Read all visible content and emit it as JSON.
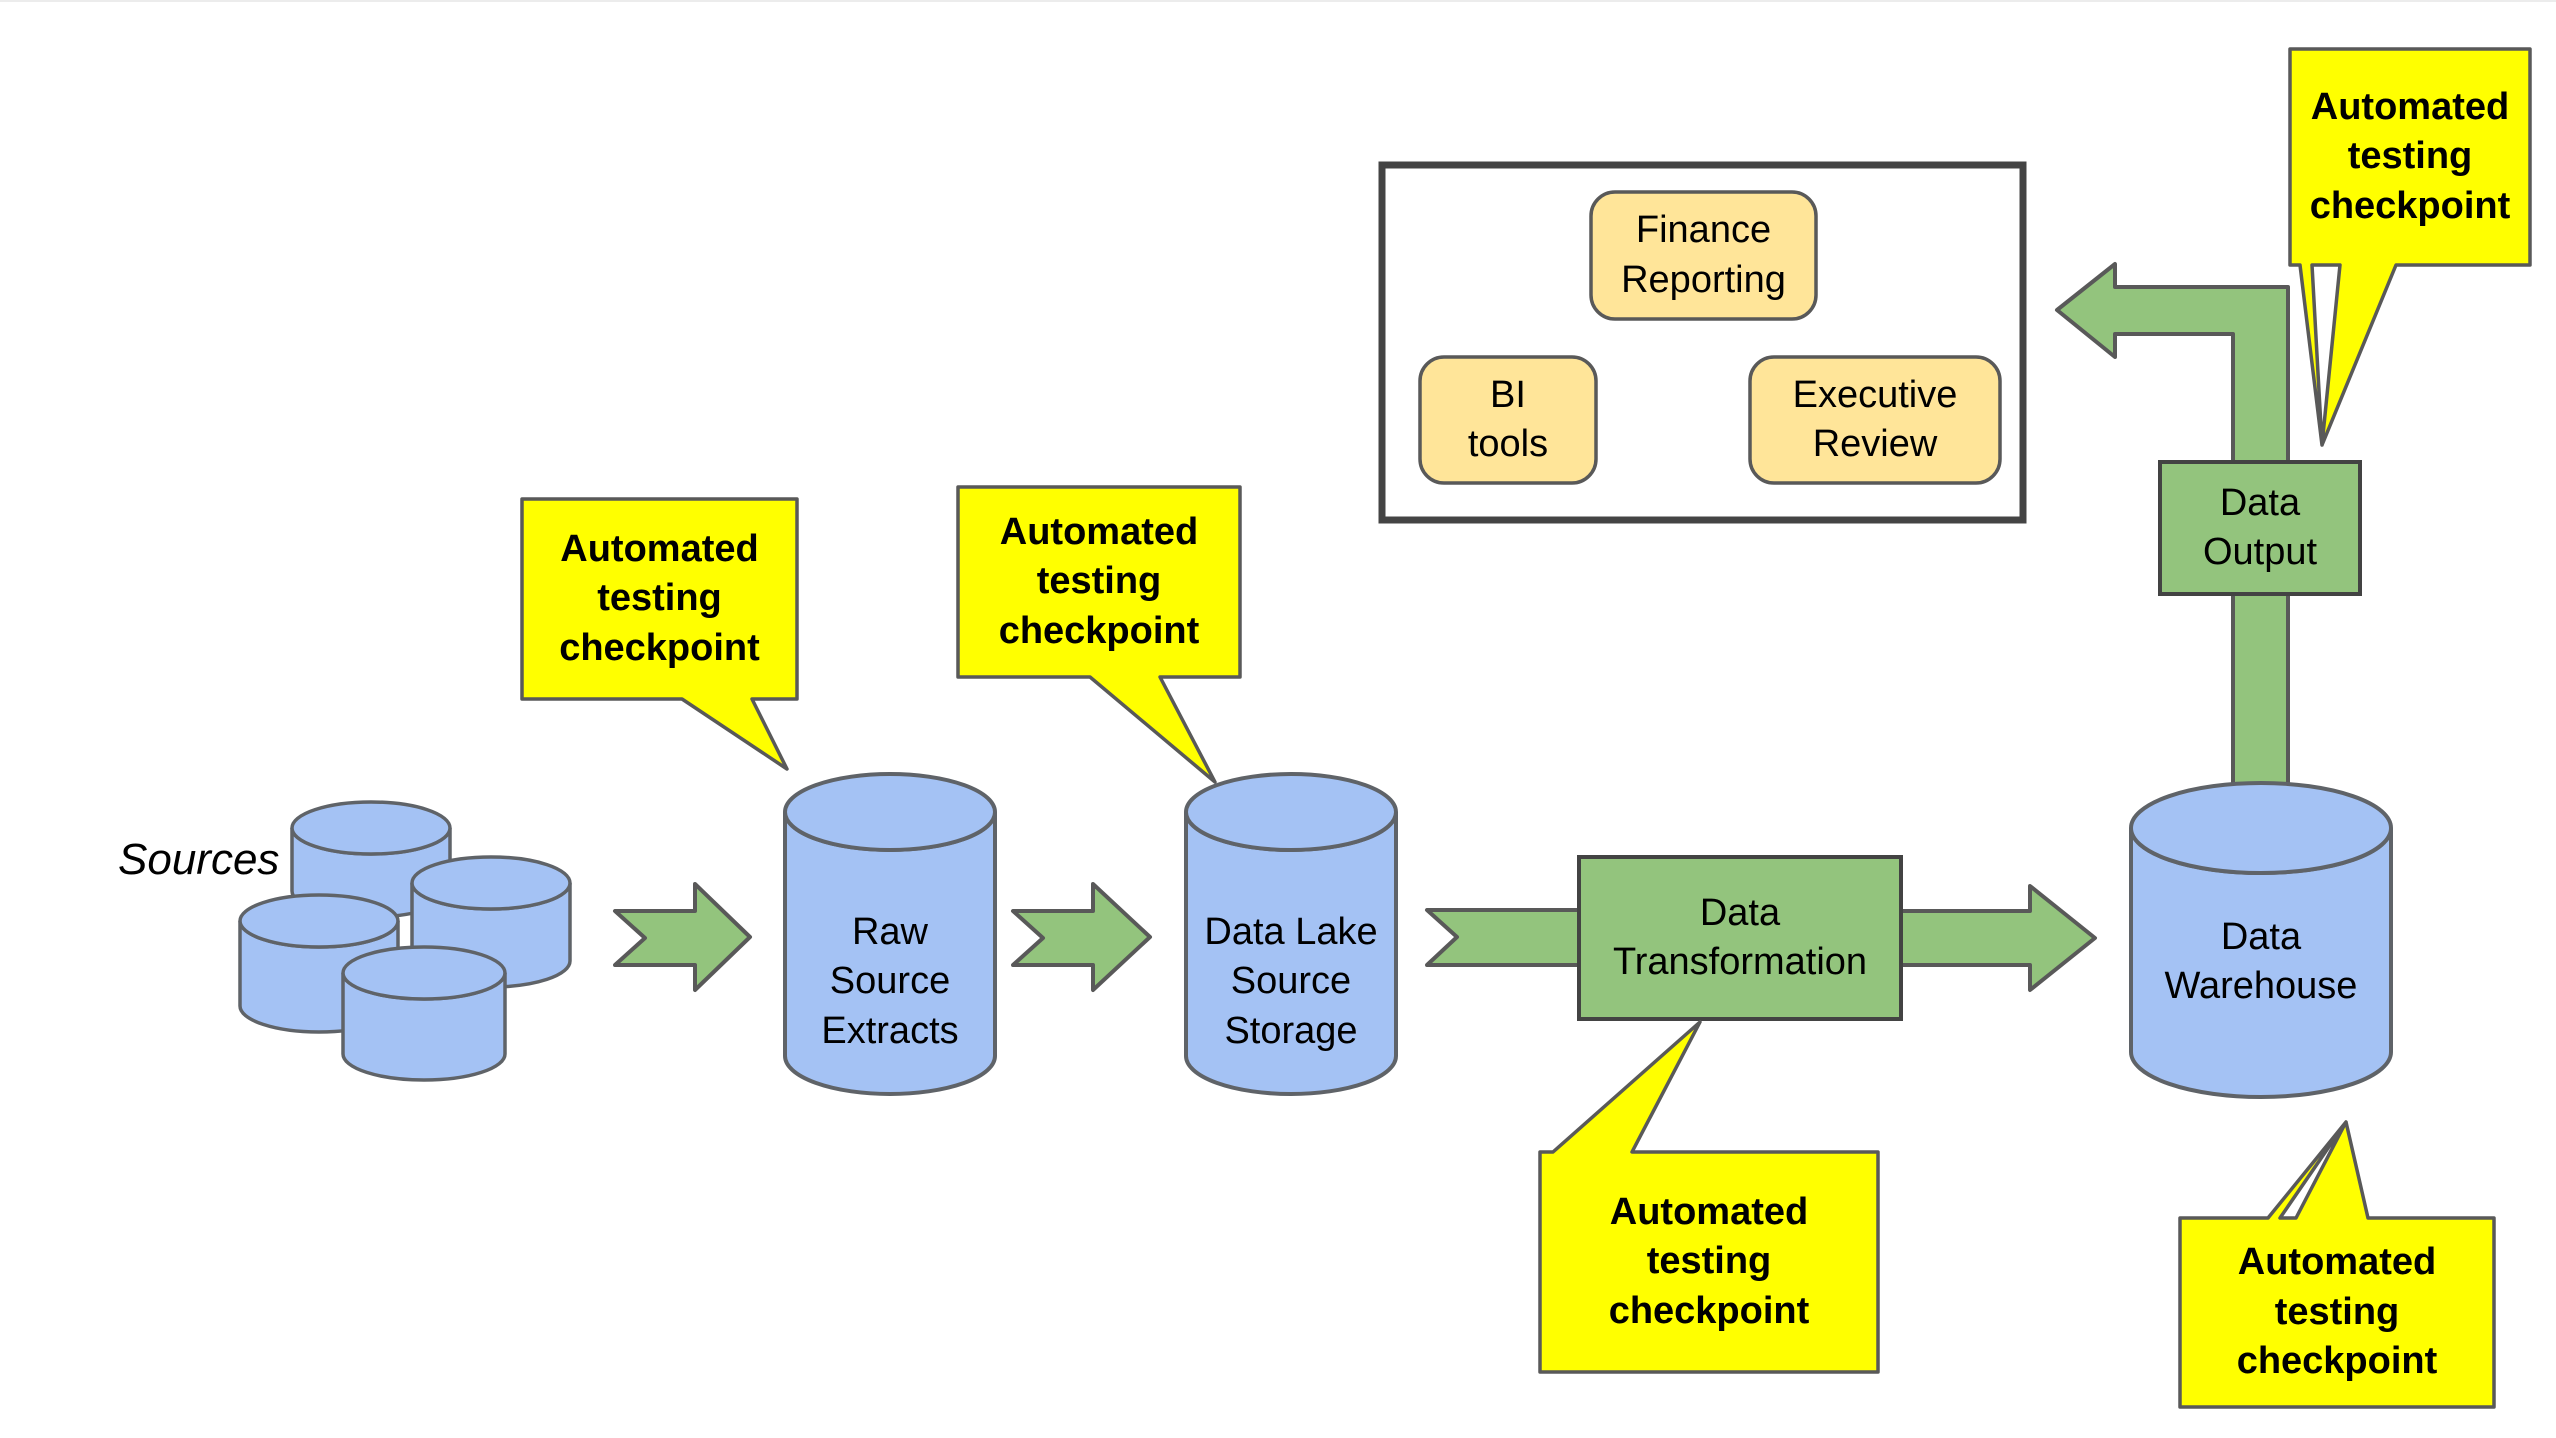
{
  "colors": {
    "green": "#93c47d",
    "blue": "#a4c2f4",
    "yellow": "#ffff00",
    "tan": "#ffe599",
    "white": "#ffffff"
  },
  "sources": {
    "label": "Sources"
  },
  "pipeline": {
    "raw_source_extracts": "Raw\nSource\nExtracts",
    "data_lake_source_storage": "Data Lake\nSource\nStorage",
    "data_transformation": "Data\nTransformation",
    "data_warehouse": "Data\nWarehouse",
    "data_output": "Data\nOutput"
  },
  "consumers": {
    "finance_reporting": "Finance\nReporting",
    "bi_tools": "BI\ntools",
    "executive_review": "Executive\nReview"
  },
  "callouts": [
    {
      "target": "raw-source-extracts",
      "label": "Automated\ntesting\ncheckpoint"
    },
    {
      "target": "data-lake-source-storage",
      "label": "Automated\ntesting\ncheckpoint"
    },
    {
      "target": "data-transformation",
      "label": "Automated\ntesting\ncheckpoint"
    },
    {
      "target": "data-output",
      "label": "Automated\ntesting\ncheckpoint"
    },
    {
      "target": "data-warehouse",
      "label": "Automated\ntesting\ncheckpoint"
    }
  ]
}
